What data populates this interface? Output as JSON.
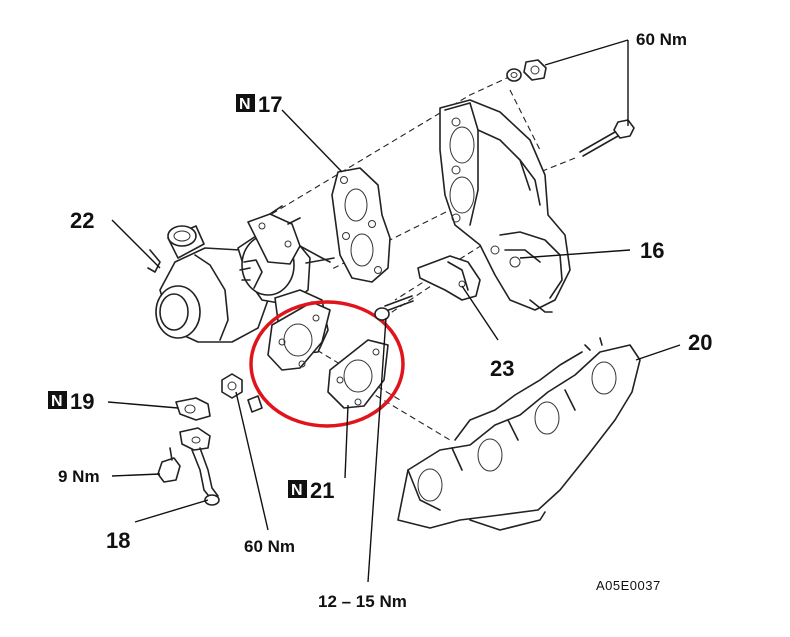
{
  "labels": {
    "torque_top": "60 Nm",
    "part_17": "17",
    "part_22": "22",
    "part_16": "16",
    "part_20": "20",
    "part_23": "23",
    "part_19": "19",
    "torque_9": "9 Nm",
    "part_18": "18",
    "torque_60_bottom": "60 Nm",
    "part_21": "21",
    "torque_12_15": "12 – 15 Nm",
    "figure_code": "A05E0037"
  },
  "new_part_marker": "N",
  "colors": {
    "highlight_circle": "#e0141b",
    "line": "#222222"
  }
}
